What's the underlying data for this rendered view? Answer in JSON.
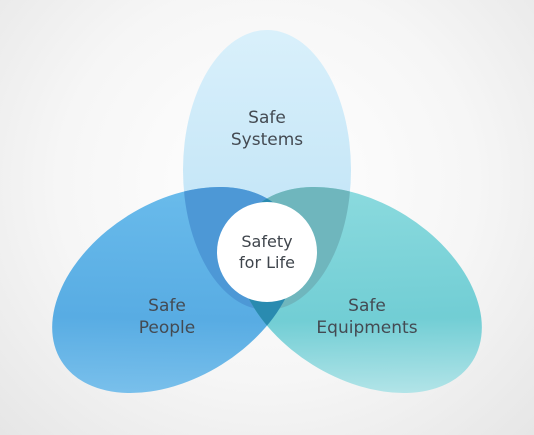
{
  "diagram": {
    "center": {
      "line1": "Safety",
      "line2": "for Life"
    },
    "petals": [
      {
        "id": "systems",
        "line1": "Safe",
        "line2": "Systems",
        "color": "#bfe4f6"
      },
      {
        "id": "people",
        "line1": "Safe",
        "line2": "People",
        "color": "#5fb2e6"
      },
      {
        "id": "equipments",
        "line1": "Safe",
        "line2": "Equipments",
        "color": "#6fcfd5"
      }
    ],
    "colors": {
      "systems_people_overlap": "#4d98d6",
      "systems_equipments_overlap": "#6fb6bd",
      "people_equipments_overlap": "#2a8bb0",
      "center_fill": "#ffffff",
      "label_text": "#444a52"
    }
  }
}
